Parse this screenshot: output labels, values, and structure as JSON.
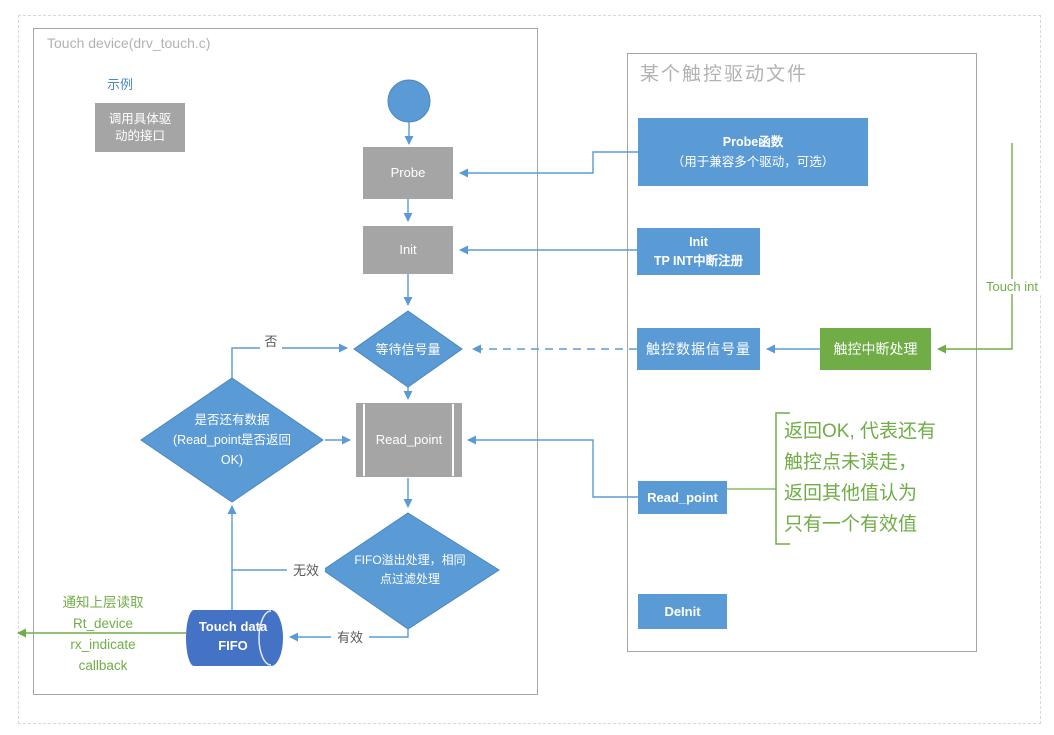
{
  "left_panel": {
    "title": "Touch device(drv_touch.c)",
    "example_label": "示例",
    "legend_lines": [
      "调用具体驱",
      "动的接口"
    ],
    "nodes": {
      "probe": "Probe",
      "init": "Init",
      "wait_semaphore": "等待信号量",
      "read_point": "Read_point",
      "has_data_lines": [
        "是否还有数据",
        "(Read_point是否返回",
        "OK)"
      ],
      "fifo_filter_lines": [
        "FIFO溢出处理，相同",
        "点过滤处理"
      ],
      "touch_fifo_lines": [
        "Touch data",
        "FIFO"
      ]
    },
    "edge_labels": {
      "no": "否",
      "invalid": "无效",
      "valid": "有效"
    },
    "callback_note_lines": [
      "通知上层读取",
      "Rt_device",
      "rx_indicate",
      "callback"
    ]
  },
  "right_panel": {
    "title": "某个触控驱动文件",
    "nodes": {
      "probe_fn_lines": [
        "Probe函数",
        "（用于兼容多个驱动，可选）"
      ],
      "init_fn_lines": [
        "Init",
        "TP INT中断注册"
      ],
      "semaphore": "触控数据信号量",
      "irq_handler": "触控中断处理",
      "read_point": "Read_point",
      "deinit": "DeInit"
    },
    "touch_int_label": "Touch int",
    "read_point_note_lines": [
      "返回OK, 代表还有",
      "触控点未读走，",
      "返回其他值认为",
      "只有一个有效值"
    ]
  },
  "colors": {
    "node_blue": "#5b9bd5",
    "node_gray": "#a5a5a5",
    "node_green": "#70ad47",
    "cylinder_blue": "#4472c4",
    "wire_blue": "#5b9bd5",
    "note_green": "#70ad47",
    "edge_label_gray": "#595959",
    "container_border": "#a6a6a6",
    "title_gray": "#b2b2b2"
  }
}
